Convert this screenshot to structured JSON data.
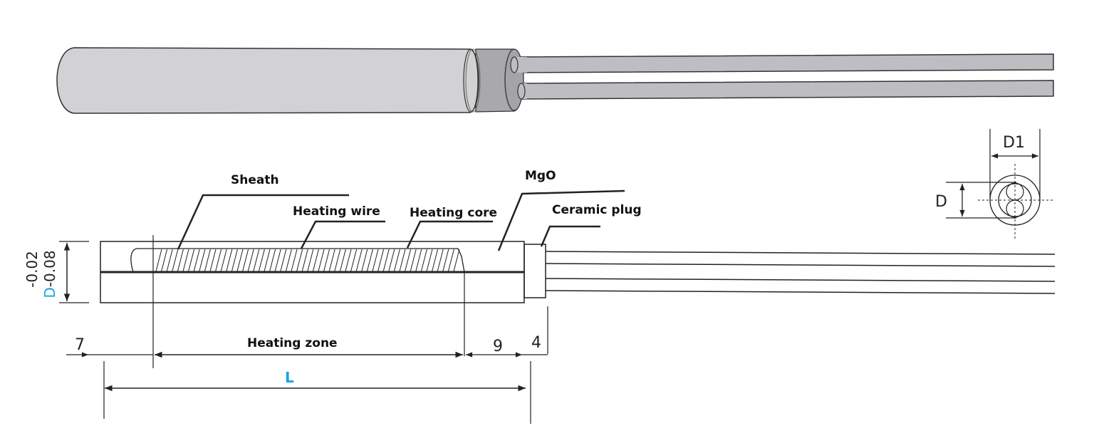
{
  "diagram": {
    "title": "Cartridge heater structure and dimensions",
    "colors": {
      "sheath_fill": "#d2d2d4",
      "plug_fill": "#a9a9ac",
      "lead_fill": "#bebdc2",
      "line": "#222222",
      "accent_blue": "#1ba1e2"
    },
    "labels": {
      "sheath": "Sheath",
      "heating_wire": "Heating wire",
      "heating_core": "Heating core",
      "mgo": "MgO",
      "ceramic_plug": "Ceramic plug",
      "heating_zone": "Heating zone"
    },
    "dimensions": {
      "left_offset": "7",
      "unheated_end": "9",
      "plug_length": "4",
      "total_length": "L",
      "diameter_symbol": "D",
      "tolerance": "-0.08",
      "tolerance_upper": "-0.02",
      "end_view_diameter": "D",
      "end_view_d1": "D1"
    }
  }
}
